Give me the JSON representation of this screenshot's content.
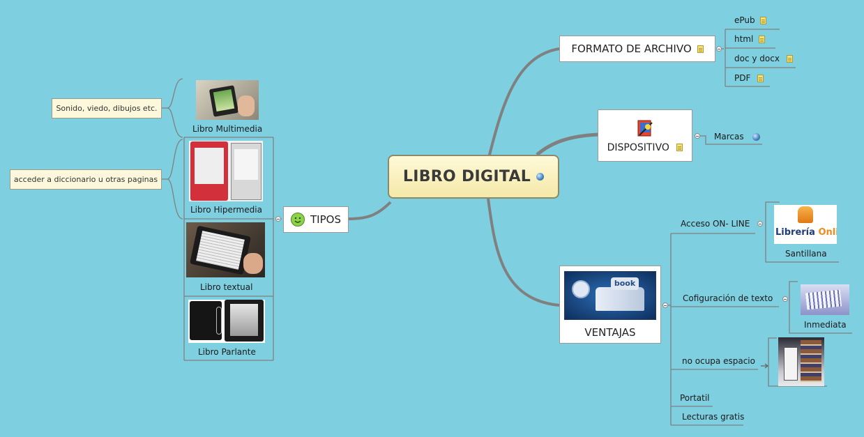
{
  "central": {
    "label": "LIBRO DIGITAL",
    "icon": "globe-icon"
  },
  "formato": {
    "label": "FORMATO DE ARCHIVO",
    "items": [
      {
        "label": "ePub"
      },
      {
        "label": "html"
      },
      {
        "label": "doc y docx"
      },
      {
        "label": "PDF"
      }
    ]
  },
  "dispositivo": {
    "label": "DISPOSITIVO",
    "child": "Marcas"
  },
  "tipos": {
    "label": "TIPOS",
    "items": [
      {
        "label": "Libro Multimedia",
        "callout": "Sonido, viedo, dibujos  etc."
      },
      {
        "label": "Libro Hipermedia",
        "callout": "acceder a diccionario u otras paginas"
      },
      {
        "label": "Libro textual"
      },
      {
        "label": "Libro Parlante"
      }
    ]
  },
  "ventajas": {
    "label": "VENTAJAS",
    "image_text": "book",
    "items": [
      {
        "label": "Acceso ON- LINE",
        "child": "Santillana",
        "logo": {
          "line1": "Librería",
          "line2": "Online"
        }
      },
      {
        "label": "Cofiguración  de texto",
        "child": "Inmediata"
      },
      {
        "label": "no ocupa espacio"
      },
      {
        "label": "Portatil"
      },
      {
        "label": "Lecturas gratis"
      }
    ]
  },
  "colors": {
    "background": "#7ecfe0",
    "branch": "#7f7f7f",
    "central_fill": "#f6edb6"
  }
}
